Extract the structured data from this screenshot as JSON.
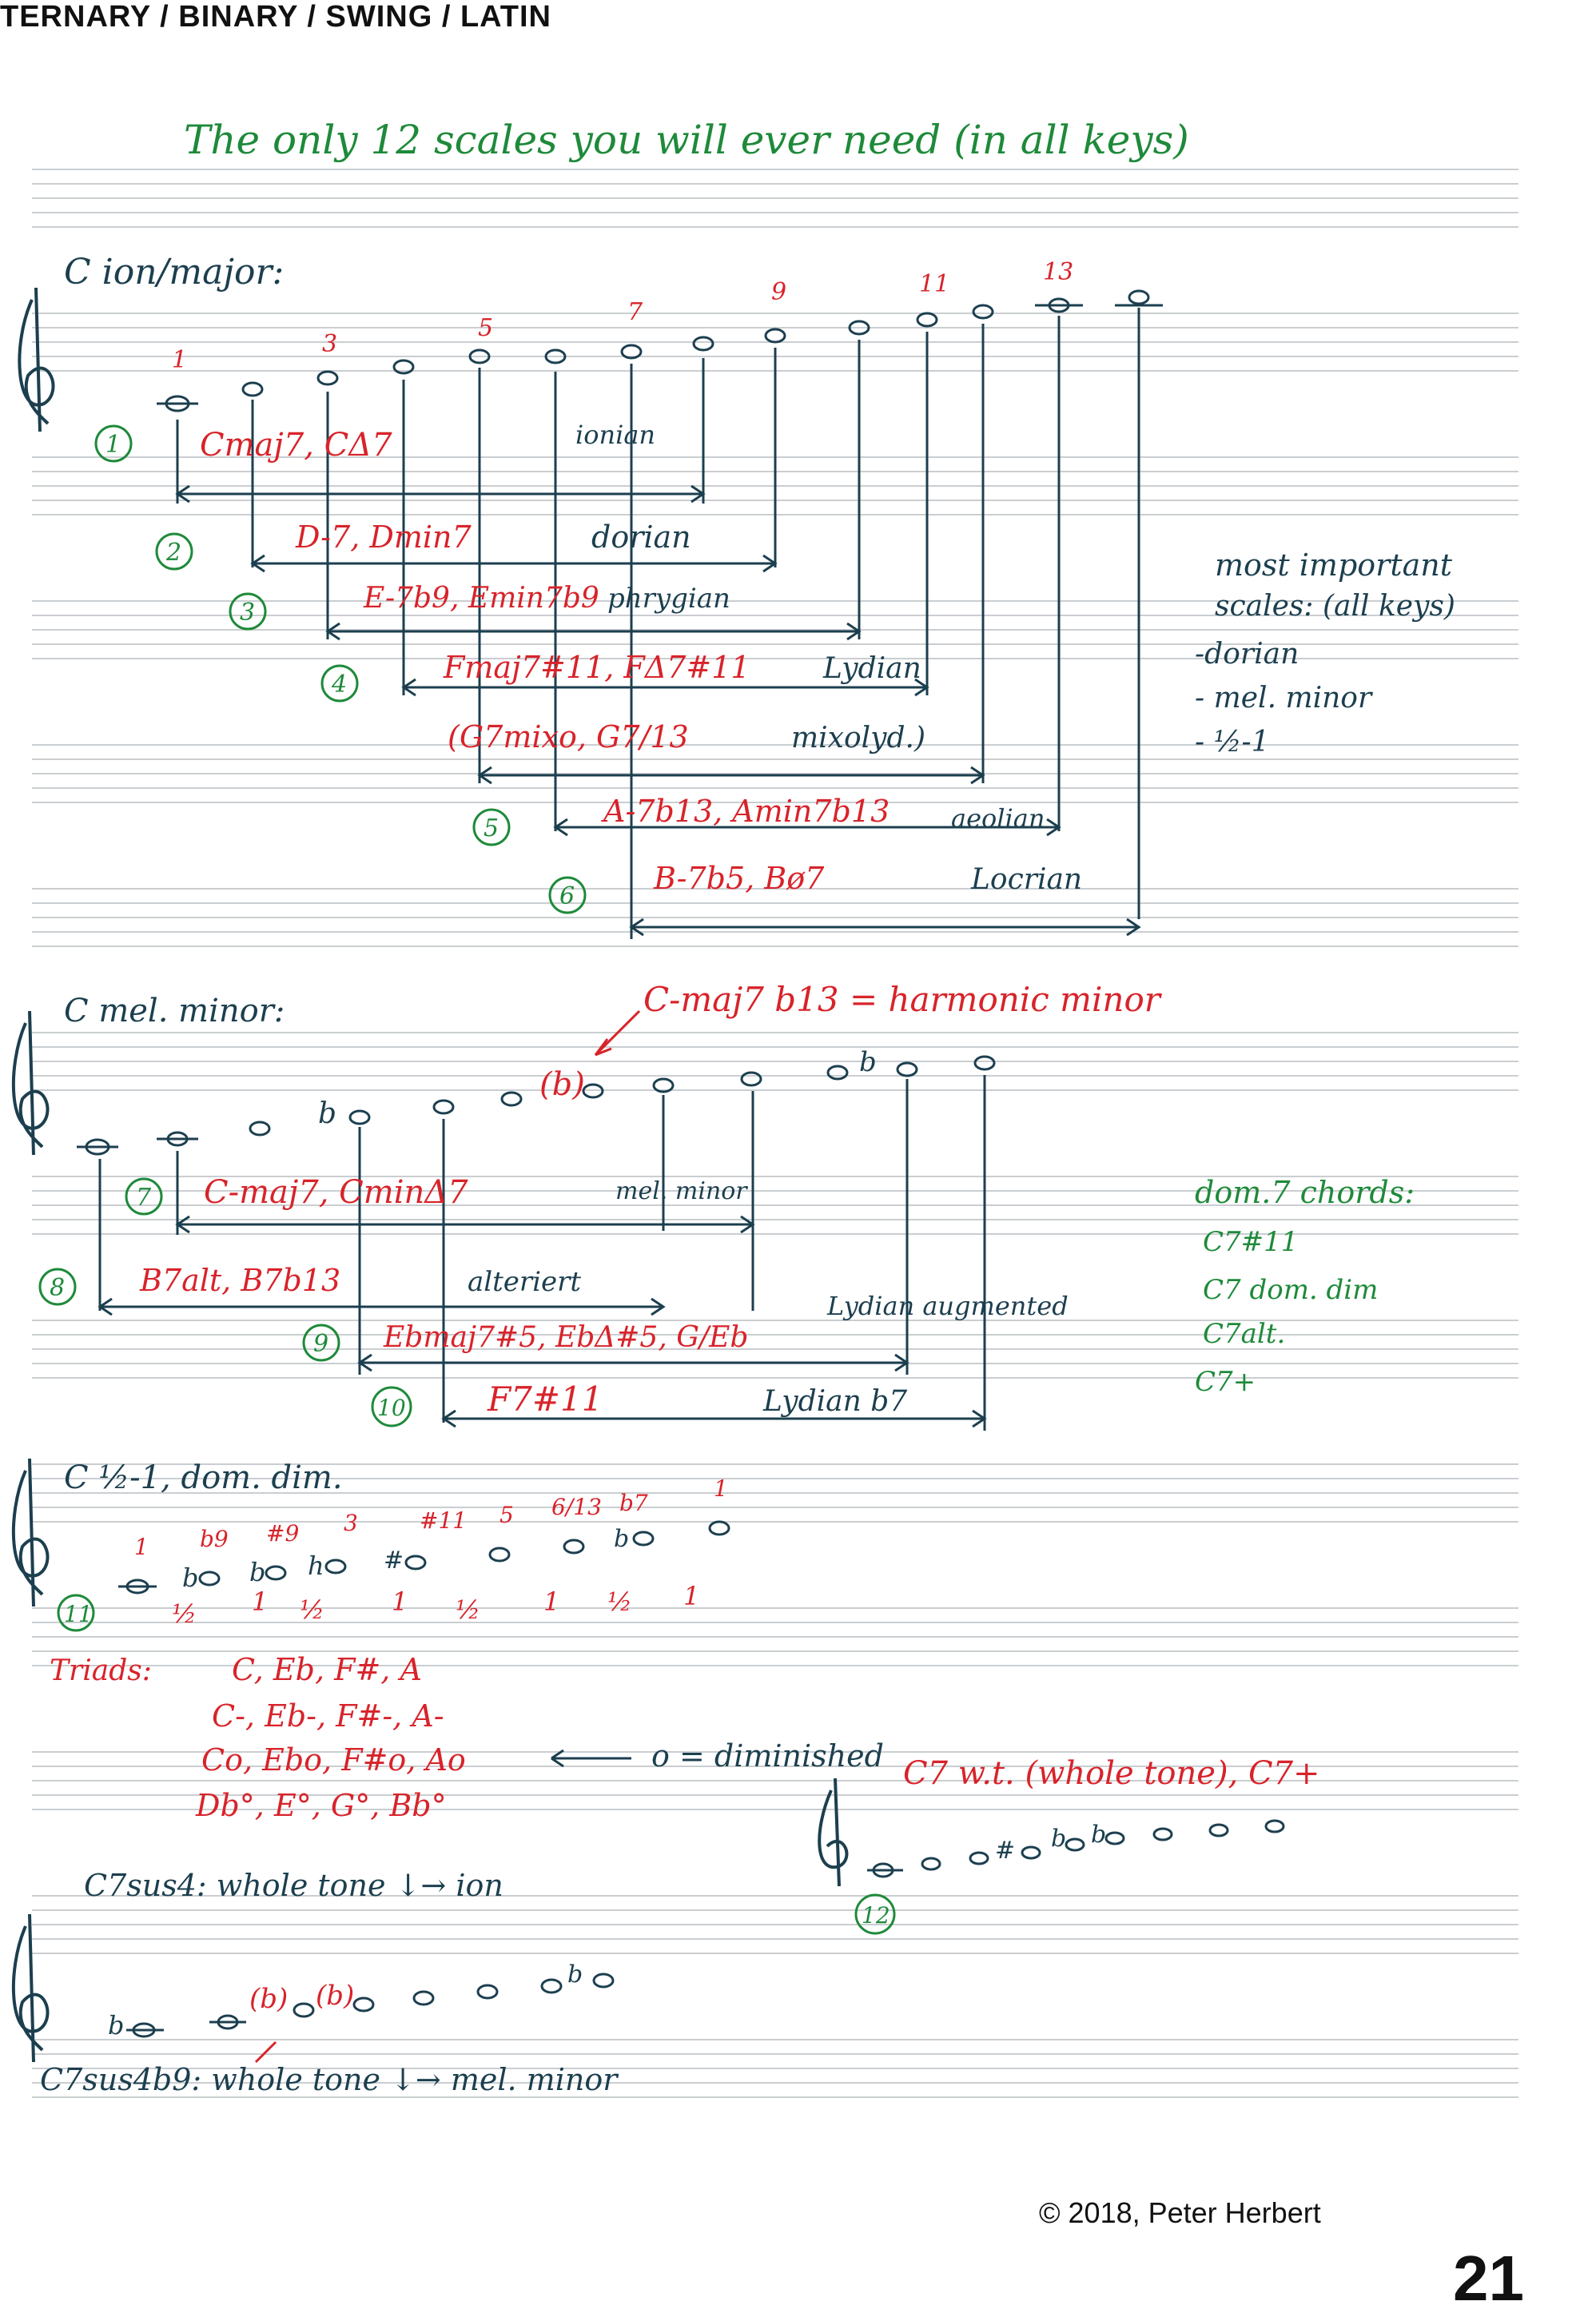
{
  "header": {
    "text": "TERNARY / BINARY / SWING / LATIN"
  },
  "title": "The only 12 scales you will ever need (in all keys)",
  "sections": {
    "c_ion_major": {
      "label": "C ion/major:",
      "degrees": [
        "1",
        "3",
        "5",
        "7",
        "9",
        "11",
        "13"
      ],
      "scales": [
        {
          "num": "1",
          "chord": "Cmaj7, CΔ7",
          "mode": "ionian"
        },
        {
          "num": "2",
          "chord": "D-7, Dmin7",
          "mode": "dorian"
        },
        {
          "num": "3",
          "chord": "E-7b9, Emin7b9",
          "mode": "phrygian"
        },
        {
          "num": "4",
          "chord": "Fmaj7#11, FΔ7#11",
          "mode": "Lydian"
        },
        {
          "num": "",
          "chord": "(G7mixo, G7/13",
          "mode": "mixolyd.)"
        },
        {
          "num": "5",
          "chord": "A-7b13, Amin7b13",
          "mode": "aeolian"
        },
        {
          "num": "6",
          "chord": "B-7b5, Bø7",
          "mode": "Locrian"
        }
      ]
    },
    "most_important": {
      "title_line1": "most important",
      "title_line2": "scales: (all keys)",
      "items": [
        "-dorian",
        "- mel. minor",
        "- ½-1"
      ]
    },
    "c_mel_minor": {
      "label": "C mel. minor:",
      "annotation": "C-maj7 b13 = harmonic minor",
      "scales": [
        {
          "num": "7",
          "chord": "C-maj7, CminΔ7",
          "mode": "mel. minor"
        },
        {
          "num": "8",
          "chord": "B7alt, B7b13",
          "mode": "alteriert"
        },
        {
          "num": "9",
          "chord": "Ebmaj7#5, EbΔ#5, G/Eb",
          "mode": "Lydian augmented"
        },
        {
          "num": "10",
          "chord": "F7#11",
          "mode": "Lydian b7"
        }
      ]
    },
    "dom_chords": {
      "title": "dom.7 chords:",
      "items": [
        "C7#11",
        "C7 dom. dim",
        "C7alt.",
        "C7+"
      ]
    },
    "c_half_whole": {
      "label": "C ½-1, dom. dim.",
      "num": "11",
      "degrees": [
        "1",
        "b9",
        "#9",
        "3",
        "#11",
        "5",
        "6/13",
        "b7",
        "1"
      ],
      "intervals": [
        "½",
        "1",
        "½",
        "1",
        "½",
        "1",
        "½",
        "1"
      ],
      "triads_label": "Triads:",
      "triads": [
        "C, Eb, F#, A",
        "C-, Eb-, F#-, A-",
        "Co, Ebo, F#o, Ao",
        "Db°, E°, G°, Bb°"
      ],
      "diminished_note": "o = diminished"
    },
    "whole_tone": {
      "label": "C7 w.t. (whole tone), C7+",
      "num": "12"
    },
    "sus4": {
      "label_top": "C7sus4: whole tone ↓→ ion",
      "label_bottom": "C7sus4b9: whole tone ↓→ mel. minor"
    }
  },
  "footer": {
    "copyright": "© 2018, Peter Herbert",
    "page_number": "21"
  }
}
